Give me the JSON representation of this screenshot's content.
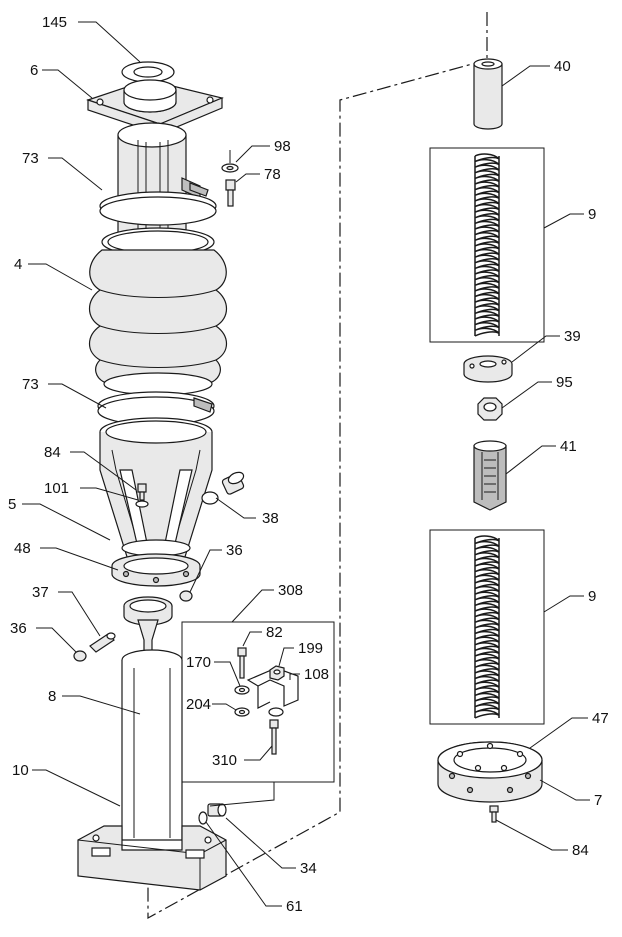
{
  "callouts": [
    {
      "id": "c145",
      "text": "145"
    },
    {
      "id": "c6",
      "text": "6"
    },
    {
      "id": "c73a",
      "text": "73"
    },
    {
      "id": "c98",
      "text": "98"
    },
    {
      "id": "c78",
      "text": "78"
    },
    {
      "id": "c4",
      "text": "4"
    },
    {
      "id": "c73b",
      "text": "73"
    },
    {
      "id": "c84a",
      "text": "84"
    },
    {
      "id": "c101",
      "text": "101"
    },
    {
      "id": "c5",
      "text": "5"
    },
    {
      "id": "c38",
      "text": "38"
    },
    {
      "id": "c48",
      "text": "48"
    },
    {
      "id": "c36a",
      "text": "36"
    },
    {
      "id": "c37",
      "text": "37"
    },
    {
      "id": "c36b",
      "text": "36"
    },
    {
      "id": "c308",
      "text": "308"
    },
    {
      "id": "c82",
      "text": "82"
    },
    {
      "id": "c170",
      "text": "170"
    },
    {
      "id": "c199",
      "text": "199"
    },
    {
      "id": "c108",
      "text": "108"
    },
    {
      "id": "c204",
      "text": "204"
    },
    {
      "id": "c310",
      "text": "310"
    },
    {
      "id": "c8",
      "text": "8"
    },
    {
      "id": "c10",
      "text": "10"
    },
    {
      "id": "c34",
      "text": "34"
    },
    {
      "id": "c61",
      "text": "61"
    },
    {
      "id": "c40",
      "text": "40"
    },
    {
      "id": "c9a",
      "text": "9"
    },
    {
      "id": "c39",
      "text": "39"
    },
    {
      "id": "c95",
      "text": "95"
    },
    {
      "id": "c41",
      "text": "41"
    },
    {
      "id": "c9b",
      "text": "9"
    },
    {
      "id": "c47",
      "text": "47"
    },
    {
      "id": "c7",
      "text": "7"
    },
    {
      "id": "c84b",
      "text": "84"
    }
  ]
}
